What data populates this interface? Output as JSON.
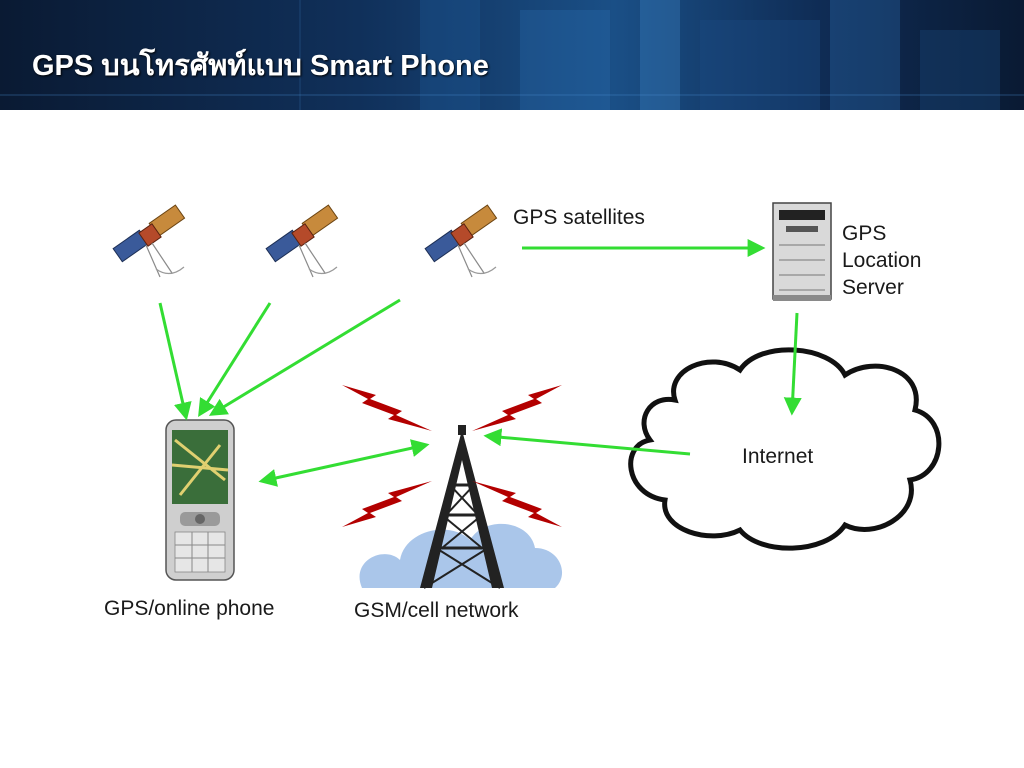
{
  "slide": {
    "title": "GPS บนโทรศัพท์แบบ Smart Phone"
  },
  "diagram": {
    "satellites_label": "GPS satellites",
    "server_label": [
      "GPS",
      "Location",
      "Server"
    ],
    "internet_label": "Internet",
    "phone_label": "GPS/online phone",
    "network_label": "GSM/cell network"
  },
  "colors": {
    "arrow": "#33dd33",
    "signal_bolt": "#b30000",
    "header_bg": "#10305a",
    "cloud_fill": "#ffffff",
    "tower_cloud": "#aac6ea"
  }
}
